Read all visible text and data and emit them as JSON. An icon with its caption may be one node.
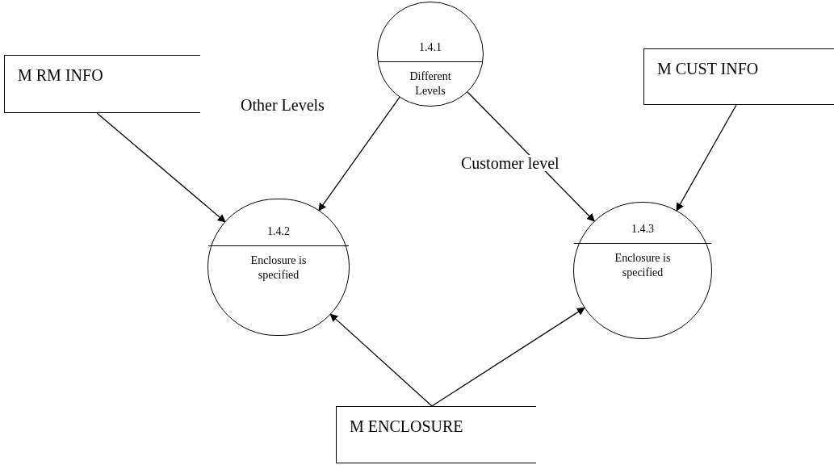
{
  "diagram": {
    "nodes": [
      {
        "text": [
          "M RM INFO"
        ]
      },
      {
        "text": [
          "1.4.1",
          "Different Levels"
        ]
      },
      {
        "text": [
          "M CUST INFO"
        ]
      },
      {
        "text": [
          "1.4.2",
          "Enclosure is specified"
        ]
      },
      {
        "text": [
          "1.4.3",
          "Enclosure is specified"
        ]
      },
      {
        "text": [
          "M ENCLOSURE"
        ]
      }
    ],
    "edges": [
      {
        "from": 0,
        "to": 3,
        "arrow": "to"
      },
      {
        "from": 1,
        "to": 3,
        "arrow": "to",
        "label": "Other Levels"
      },
      {
        "from": 1,
        "to": 4,
        "arrow": "to",
        "label": "Customer level"
      },
      {
        "from": 2,
        "to": 4,
        "arrow": "to"
      },
      {
        "from": 5,
        "to": 3,
        "arrow": "to"
      },
      {
        "from": 5,
        "to": 4,
        "arrow": "to"
      }
    ]
  }
}
